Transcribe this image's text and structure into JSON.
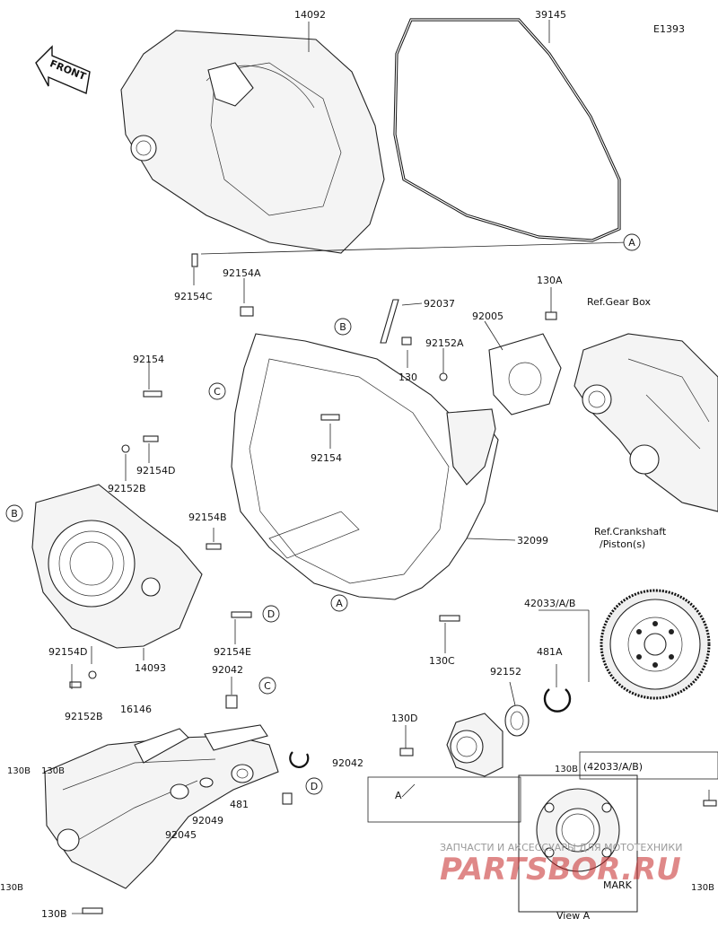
{
  "diagram_code": "E1393",
  "front_label": "FRONT",
  "refs": {
    "gear_box": "Ref.Gear Box",
    "crankshaft_line1": "Ref.Crankshaft",
    "crankshaft_line2": "/Piston(s)"
  },
  "view_label": "View A",
  "mark_label": "MARK",
  "detail_box_label": "(42033/A/B)",
  "part_numbers": {
    "p14092": "14092",
    "p39145": "39145",
    "p92154C": "92154C",
    "p92154A": "92154A",
    "p92037": "92037",
    "p130A": "130A",
    "p92005": "92005",
    "p92152A": "92152A",
    "p130": "130",
    "p92154_a": "92154",
    "p92154_b": "92154",
    "p92154D_a": "92154D",
    "p92152B_a": "92152B",
    "p92154B": "92154B",
    "p32099": "32099",
    "p92154D_b": "92154D",
    "p14093": "14093",
    "p92154E": "92154E",
    "p130C": "130C",
    "p42033AB": "42033/A/B",
    "p92042_a": "92042",
    "p92152B_b": "92152B",
    "p481A": "481A",
    "p92152": "92152",
    "p16146": "16146",
    "p130D": "130D",
    "p92042_b": "92042",
    "p481": "481",
    "p92049": "92049",
    "p92045": "92045",
    "p130B_a": "130B",
    "p130B_b": "130B",
    "p130B_c": "130B",
    "p130B_d": "130B",
    "p130B_e": "130B",
    "p130B_f": "130B"
  },
  "ref_letters": {
    "A1": "A",
    "A2": "A",
    "A3": "A",
    "B1": "B",
    "B2": "B",
    "C1": "C",
    "C2": "C",
    "D1": "D",
    "D2": "D"
  },
  "watermark": {
    "line1": "ЗАПЧАСТИ И АКСЕССУАРЫ ДЛЯ МОТОТЕХНИКИ",
    "line2": "PARTSBOR.RU"
  },
  "colors": {
    "line": "#222222",
    "watermark_red": "#c62828",
    "watermark_gray": "#9a9a9a"
  }
}
